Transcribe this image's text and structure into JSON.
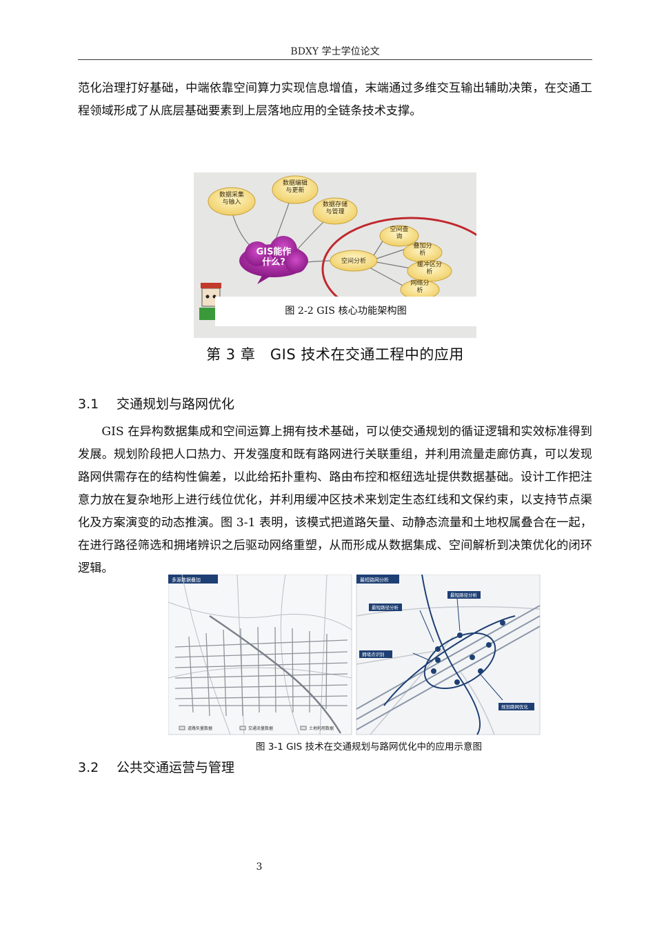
{
  "header": {
    "title": "BDXY 学士学位论文"
  },
  "intro_text": "范化治理打好基础，中端依靠空间算力实现信息增值，末端通过多维交互输出辅助决策，在交通工程领域形成了从底层基础要素到上层落地应用的全链条技术支撑。",
  "figure_2_2": {
    "caption": "图 2-2 GIS 核心功能架构图",
    "center_label": "GIS能作\n什么?",
    "nodes": [
      "数据采集\n与输入",
      "数据编辑\n与更新",
      "数据存储\n与管理",
      "空间分析",
      "空间查\n询",
      "叠加分\n析",
      "缓冲区分\n析",
      "网络分\n析"
    ]
  },
  "chapter": {
    "label": "第 3 章",
    "title": "GIS 技术在交通工程中的应用"
  },
  "section_3_1": {
    "number": "3.1",
    "title": "交通规划与路网优化",
    "body": "GIS 在异构数据集成和空间运算上拥有技术基础，可以使交通规划的循证逻辑和实效标准得到发展。规划阶段把人口热力、开发强度和既有路网进行关联重组，并利用流量走廊仿真，可以发现路网供需存在的结构性偏差，以此给拓扑重构、路由布控和枢纽选址提供数据基础。设计工作把注意力放在复杂地形上进行线位优化，并利用缓冲区技术来划定生态红线和文保约束，以支持节点渠化及方案演变的动态推演。图 3-1 表明，该模式把道路矢量、动静态流量和土地权属叠合在一起，在进行路径筛选和拥堵辨识之后驱动网络重塑，从而形成从数据集成、空间解析到决策优化的闭环逻辑。"
  },
  "figure_3_1": {
    "caption": "图 3-1 GIS 技术在交通规划与路网优化中的应用示意图",
    "left_panel": {
      "title": "多源数据叠加",
      "legend": [
        "道路矢量数据",
        "交通流量数据",
        "土地利用数据"
      ]
    },
    "right_panel": {
      "title": "最短路网分析",
      "labels": [
        "最短路径分析",
        "最短路径分析",
        "拥堵点识别",
        "规划路网优化"
      ]
    }
  },
  "section_3_2": {
    "number": "3.2",
    "title": "公共交通运营与管理"
  },
  "page_number": "3"
}
